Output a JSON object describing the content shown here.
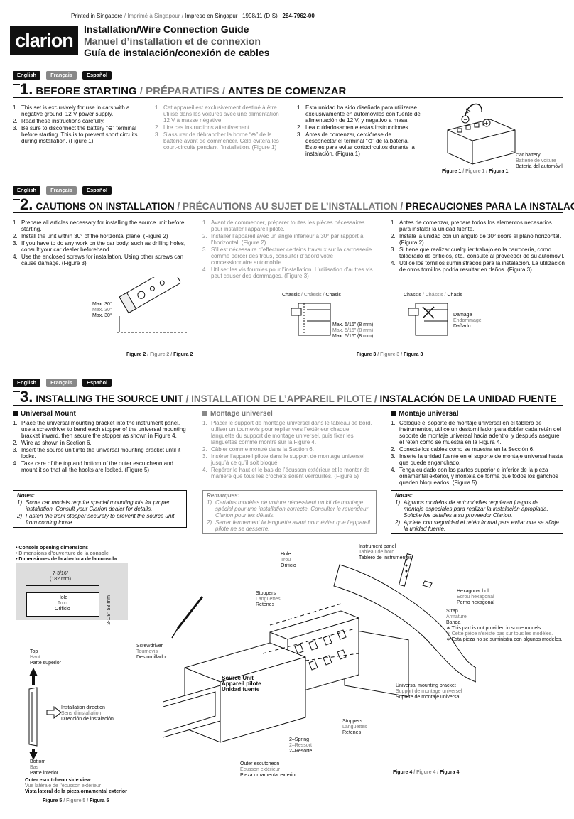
{
  "header": {
    "printed_en": "Printed in Singapore",
    "printed_fr": "Imprimé à Singapour",
    "printed_es": "Impreso en Singapur",
    "date": "1998/11 (D·S)",
    "code": "284-7962-00",
    "logo": "clarion",
    "title_en": "Installation/Wire Connection Guide",
    "title_fr": "Manuel d’installation et de connexion",
    "title_es": "Guía de instalación/conexión de cables"
  },
  "langs": {
    "en": "English",
    "fr": "Français",
    "es": "Español"
  },
  "s1": {
    "num": "1.",
    "en": "BEFORE STARTING",
    "fr": "PRÉPARATIFS",
    "es": "ANTES DE COMENZAR",
    "en_items": [
      "This set is exclusively for use in cars with a negative ground, 12 V power supply.",
      "Read these instructions carefully.",
      "Be sure to disconnect the battery “⊖” terminal before starting. This is to prevent short circuits during installation. (Figure 1)"
    ],
    "fr_items": [
      "Cet appareil est exclusivement destiné à être utilisé dans les voitures avec une alimentation 12 V à masse négative.",
      "Lire ces instructions attentivement.",
      "S’assurer de débrancher la borne “⊖” de la batterie avant de commencer. Cela évitera les court-circuits pendant l’installation. (Figure 1)"
    ],
    "es_items": [
      "Esta unidad ha sido diseñada para utilizarse exclusivamente en automóviles con fuente de alimentación de 12 V, y negativo a masa.",
      "Lea cuidadosamente estas instrucciones.",
      "Antes de comenzar, cerciórese de desconectar el terminal “⊖” de la batería. Esto es para evitar cortocircuitos durante la instalación. (Figura 1)"
    ],
    "battery_en": "Car battery",
    "battery_fr": "Batterie de voiture",
    "battery_es": "Batería del automóvil",
    "fig_en": "Figure 1",
    "fig_fr": "Figure 1",
    "fig_es": "Figura 1"
  },
  "s2": {
    "num": "2.",
    "en": "CAUTIONS ON INSTALLATION",
    "fr": "PRÉCAUTIONS AU SUJET DE L’INSTALLATION",
    "es": "PRECAUCIONES PARA LA INSTALACIÓN",
    "en_items": [
      "Prepare all articles necessary for installing the source unit before starting.",
      "Install the unit within 30° of the horizontal plane. (Figure 2)",
      "If you have to do any work on the car body, such as drilling holes, consult your car dealer beforehand.",
      "Use the enclosed screws for installation. Using other screws can cause damage. (Figure 3)"
    ],
    "fr_items": [
      "Avant de commencer, préparer toutes les pièces nécessaires pour installer l’appareil pilote.",
      "Installer l’appareil avec un angle inférieur à 30° par rapport à l’horizontal. (Figure 2)",
      "S’il est nécessaire d’effectuer certains travaux sur la carrosserie comme percer des trous, consulter d’abord votre concessionnaire automobile.",
      "Utiliser les vis fournies pour l’installation. L’utilisation d’autres vis peut causer des dommages. (Figure 3)"
    ],
    "es_items": [
      "Antes de comenzar, prepare todos los elementos necesarios para instalar la unidad fuente.",
      "Instale la unidad con un ángulo de 30° sobre el plano horizontal. (Figura 2)",
      "Si tiene que realizar cualquier trabajo en la carrocería, como taladrado de orificios, etc., consulte al proveedor de su automóvil.",
      "Utilice los tornillos suministrados para la instalación. La utilización de otros tornillos podría resultar en daños. (Figura 3)"
    ],
    "max_en": "Max. 30°",
    "max_fr": "Max. 30°",
    "max_es": "Max. 30°",
    "chassis_en": "Chassis",
    "chassis_fr": "Châssis",
    "chassis_es": "Chasis",
    "mm_en": "Max. 5/16” (8 mm)",
    "mm_fr": "Max. 5/16” (8 mm)",
    "mm_es": "Max. 5/16” (8 mm)",
    "damage_en": "Damage",
    "damage_fr": "Endommagé",
    "damage_es": "Dañado",
    "fig2_en": "Figure 2",
    "fig2_fr": "Figure 2",
    "fig2_es": "Figura 2",
    "fig3_en": "Figure 3",
    "fig3_fr": "Figure 3",
    "fig3_es": "Figura 3"
  },
  "s3": {
    "num": "3.",
    "en": "INSTALLING THE SOURCE UNIT",
    "fr": "INSTALLATION DE L’APPAREIL PILOTE",
    "es": "INSTALACIÓN DE LA UNIDAD FUENTE",
    "sub_en": "Universal Mount",
    "sub_fr": "Montage universel",
    "sub_es": "Montaje universal",
    "en_items": [
      "Place the universal mounting bracket into the instrument panel, use a screwdriver to bend each stopper of the universal mounting bracket inward, then secure the stopper as shown in Figure 4.",
      "Wire as shown in Section 6.",
      "Insert the source unit into the universal mounting bracket until it locks.",
      "Take care of the top and bottom of the outer escutcheon and mount it so that all the hooks are locked. (Figure 5)"
    ],
    "fr_items": [
      "Placer le support de montage universel dans le tableau de bord, utiliser un tournevis pour replier vers l’extérieur chaque languette du support de montage universel, puis fixer les languettes comme montré sur la Figure 4.",
      "Câbler comme montré dans la Section 6.",
      "Insérer l’appareil pilote dans le support de montage universel jusqu’à ce qu’il soit bloqué.",
      "Repérer le haut et le bas de l’écusson extérieur et le monter de manière que tous les crochets soient verrouillés. (Figure 5)"
    ],
    "es_items": [
      "Coloque el soporte de montaje universal en el tablero de instrumentos, utilice un destornillador para doblar cada retén del soporte de montaje universal hacia adentro, y después asegure el retén como se muestra en la Figura 4.",
      "Conecte los cables como se muestra en la Sección 6.",
      "Inserte la unidad fuente en el soporte de montaje universal hasta que quede enganchado.",
      "Tenga cuidado con las partes superior e inferior de la pieza ornamental exterior, y móntela de forma que todos los ganchos queden bloqueados. (Figura 5)"
    ],
    "notes_en_h": "Notes:",
    "notes_en": [
      "Some car models require special mounting kits for proper installation. Consult your Clarion dealer for details.",
      "Fasten the front stopper securely to prevent the source unit from coming loose."
    ],
    "notes_fr_h": "Remarques:",
    "notes_fr": [
      "Certains modèles de voiture nécessitent un kit de montage spécial pour une installation correcte. Consulter le revendeur Clarion pour les détails.",
      "Serrer fermement la languette avant pour éviter que l’appareil pilote ne se desserre."
    ],
    "notes_es_h": "Notas:",
    "notes_es": [
      "Algunos modelos de automóviles requieren juegos de montaje especiales para realizar la instalación apropiada. Solicite los detalles a su proveedor Clarion.",
      "Apriete con seguridad el retén frontal para evitar que se afloje la unidad fuente."
    ]
  },
  "fig4": {
    "cod_en": "• Console opening dimensions",
    "cod_fr": "• Dimensions d’ouverture de la console",
    "cod_es": "• Dimensiones de la abertura de la consola",
    "w_in": "7-3/16”",
    "w_mm": "(182 mm)",
    "h_in": "2-1/8”",
    "h_mm": "53 mm",
    "hole_en": "Hole",
    "hole_fr": "Trou",
    "hole_es": "Orificio",
    "stoppers_en": "Stoppers",
    "stoppers_fr": "Languettes",
    "stoppers_es": "Retenes",
    "panel_en": "Instrument panel",
    "panel_fr": "Tableau de bord",
    "panel_es": "Tablero de instrumentos",
    "bolt_en": "Hexagonal bolt",
    "bolt_fr": "Ecrou hexagonal",
    "bolt_es": "Perno hexagonal",
    "strap_en": "Strap",
    "strap_fr": "Armature",
    "strap_es": "Banda",
    "np_en": "∗ This part is not provided in some models.",
    "np_fr": "∗ Cette pièce n’existe pas sur tous les modèles.",
    "np_es": "∗ Esta pieza no se suministra con algunos modelos.",
    "sd_en": "Screwdriver",
    "sd_fr": "Tournevis",
    "sd_es": "Destornillador",
    "su_en": "Source Unit",
    "su_fr": "Appareil pilote",
    "su_es": "Unidad fuente",
    "umb_en": "Universal mounting bracket",
    "umb_fr": "Support de montage universel",
    "umb_es": "Soporte de montaje universal",
    "spring_en": "2–Spring",
    "spring_fr": "2–Ressort",
    "spring_es": "2–Resorte",
    "oe_en": "Outer escutcheon",
    "oe_fr": "Ecusson extérieur",
    "oe_es": "Pieza ornamental exterior",
    "fig_en": "Figure 4",
    "fig_fr": "Figure 4",
    "fig_es": "Figura 4"
  },
  "fig5": {
    "top_en": "Top",
    "top_fr": "Haut",
    "top_es": "Parte superior",
    "dir_en": "Installation direction",
    "dir_fr": "Sens d’installation",
    "dir_es": "Dirección de instalación",
    "bot_en": "Bottom",
    "bot_fr": "Bas",
    "bot_es": "Parte inferior",
    "sv_en": "Outer escutcheon side view",
    "sv_fr": "Vue latérale de l’écusson extérieur",
    "sv_es": "Vista lateral de la pieza ornamental exterior",
    "fig_en": "Figure 5",
    "fig_fr": "Figure 5",
    "fig_es": "Figura 5"
  }
}
